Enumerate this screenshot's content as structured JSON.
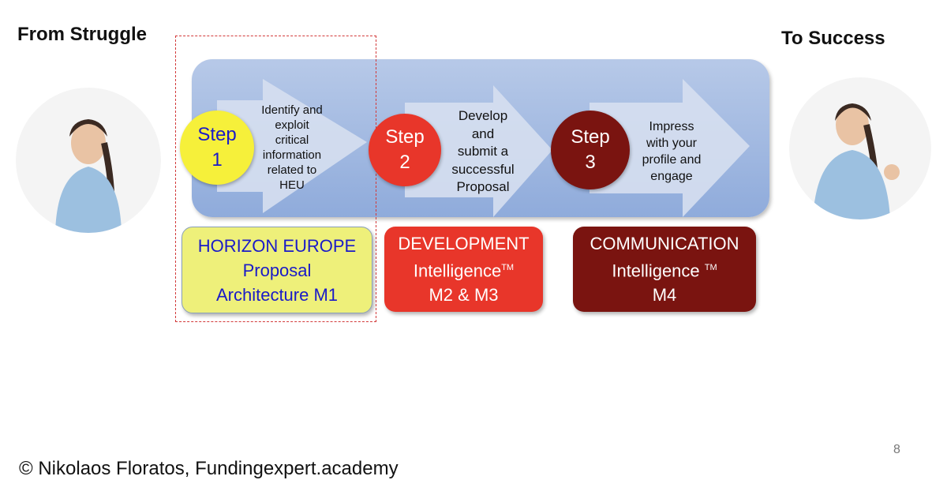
{
  "left_title": "From Struggle",
  "right_title": "To Success",
  "steps": [
    {
      "label": "Step",
      "number": "1",
      "text": [
        "Identify and",
        "exploit",
        "critical",
        "information",
        "related to",
        "HEU"
      ],
      "color": "#f6f03a",
      "text_color": "#1a1ac8"
    },
    {
      "label": "Step",
      "number": "2",
      "text": [
        "Develop",
        "and",
        "submit a",
        "successful",
        "Proposal"
      ],
      "color": "#e8362a",
      "text_color": "#ffffff"
    },
    {
      "label": "Step",
      "number": "3",
      "text": [
        "Impress",
        "with your",
        "profile and",
        "engage"
      ],
      "color": "#7a1410",
      "text_color": "#ffffff"
    }
  ],
  "modules": [
    {
      "line1": "HORIZON EUROPE",
      "line2": "Proposal",
      "line3": "Architecture M1",
      "color": "#eef07a"
    },
    {
      "line1": "DEVELOPMENT",
      "line2": "Intelligence",
      "tm": "TM",
      "line3": "M2 & M3",
      "color": "#e8362a"
    },
    {
      "line1": "COMMUNICATION",
      "line2": "Intelligence ",
      "tm": "TM",
      "line3": "M4",
      "color": "#7a1410"
    }
  ],
  "page_number": "8",
  "footer": "© Nikolaos Floratos, Fundingexpert.academy"
}
